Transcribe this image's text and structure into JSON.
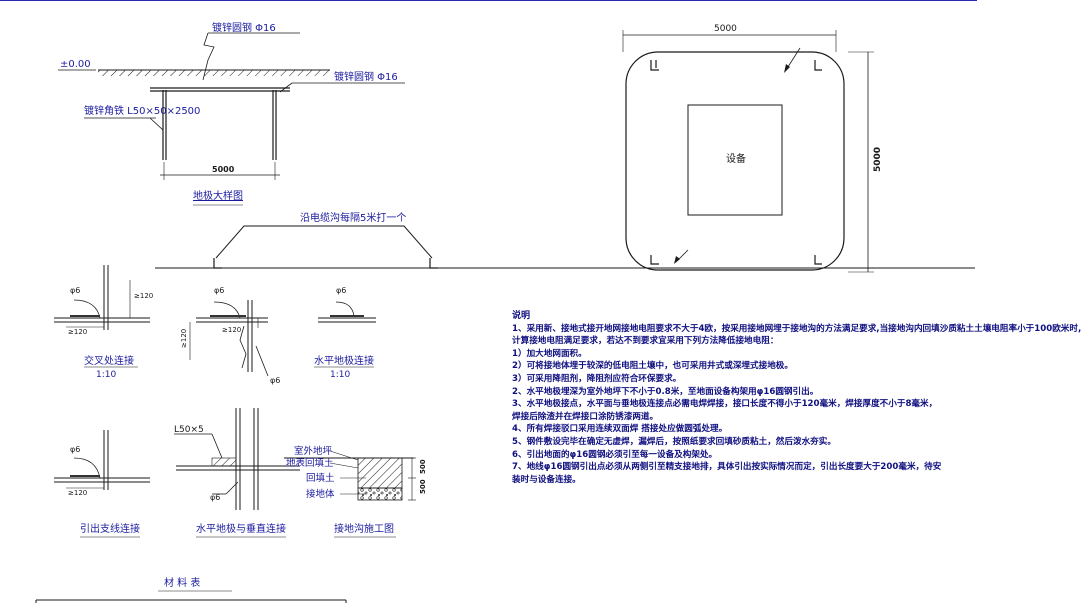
{
  "colors": {
    "line": "#1a1a1a",
    "text": "#1c1ca0",
    "notes": "#0f0f80",
    "frame": "#2828b0"
  },
  "ground_detail": {
    "elevation": "±0.00",
    "rod_top_label": "镀锌圆钢  Φ16",
    "rod_side_label": "镀锌圆钢  Φ16",
    "angle_label": "镀锌角铁  L50×50×2500",
    "spacing_label": "5000",
    "caption": "地极大样图"
  },
  "trench_label": "沿电缆沟每隔5米打一个",
  "plan": {
    "width_label": "5000",
    "height_label": "5000",
    "equipment_label": "设备"
  },
  "details": {
    "phi6": "φ6",
    "dim120": "≥120",
    "l50": "L50×5",
    "cross_caption": "交叉处连接",
    "cross_scale": "1:10",
    "horizontal_caption": "水平地极连接",
    "horizontal_scale": "1:10",
    "branch_caption": "引出支线连接",
    "hv_caption": "水平地极与垂直连接",
    "trench_caption": "接地沟施工图",
    "outdoor_ground": "室外地坪",
    "surface_fill": "地表回填土",
    "backfill": "回填土",
    "ground_body": "接地体",
    "dim500a": "500",
    "dim500b": "500"
  },
  "notes": {
    "title": "说明",
    "lines": [
      "1、采用新、接地式接开地网接地电阻要求不大于4欧，按采用接地网埋于接地沟的方法满足要求,当接地沟内回填沙质粘土土壤电阻率小于100欧米时,",
      "计算接地电阻满足要求，若达不到要求宜采用下列方法降低接地电阻：",
      "1）加大地网面积。",
      "2）可将接地体埋于较深的低电阻土壤中，也可采用井式或深埋式接地极。",
      "3）可采用降阻剂，降阻剂应符合环保要求。",
      "2、水平地极埋深为室外地坪下不小于0.8米，至地面设备构架用φ16圆钢引出。",
      "3、水平地极接点，水平面与垂地极连接点必需电焊焊接，接口长度不得小于120毫米，焊接厚度不小于8毫米，",
      "焊接后除渣并在焊接口涂防锈漆两道。",
      "4、所有焊接驳口采用连续双面焊 搭接处应做圆弧处理。",
      "5、钢件敷设完毕在确定无虚焊，漏焊后，按照纸要求回填砂质粘土，然后泼水夯实。",
      "6、引出地面的φ16圆钢必须引至每一设备及构架处。",
      "7、地线φ16圆钢引出点必须从两侧引至精支接地排，具体引出按实际情况而定，引出长度要大于200毫米，待安",
      "装时与设备连接。"
    ]
  },
  "material_table": {
    "title": "材    料    表"
  }
}
